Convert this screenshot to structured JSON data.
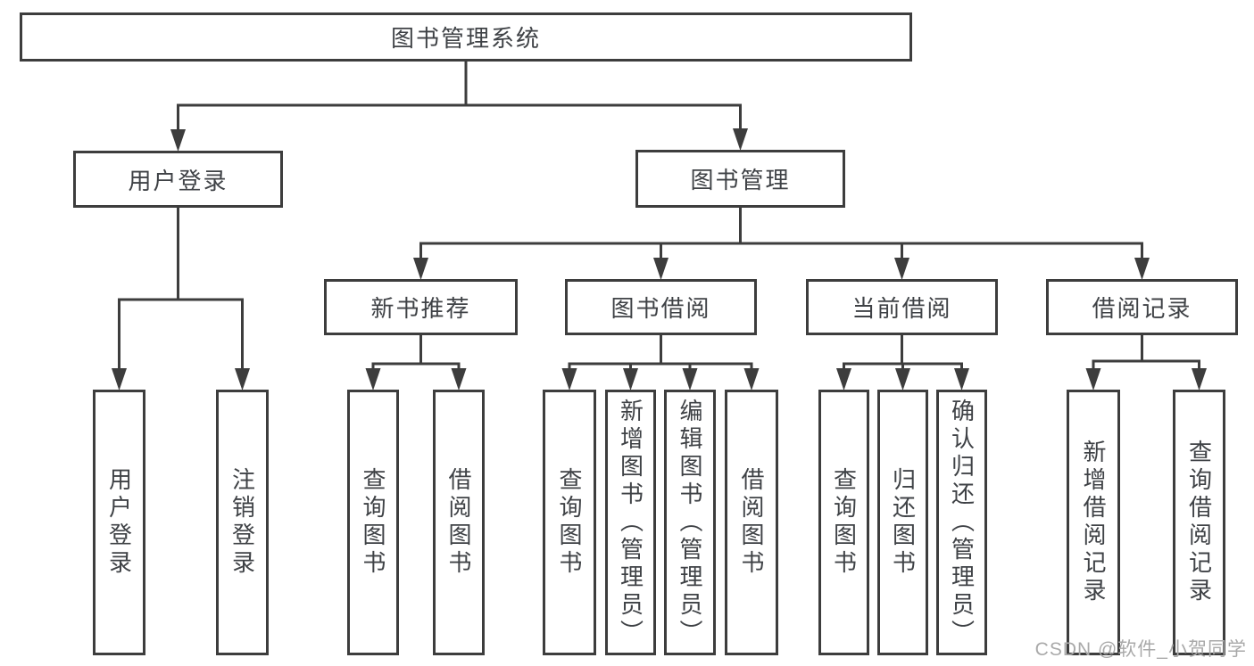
{
  "colors": {
    "line": "#3d3d3d",
    "box_border": "#3d3d3d",
    "text": "#3f4246",
    "watermark": "#a9a9a9",
    "background": "#ffffff"
  },
  "watermark": {
    "text": "CSDN @软件_小贺同学"
  },
  "diagram": {
    "type": "hierarchy-tree",
    "root": {
      "label": "图书管理系统",
      "children": [
        {
          "label": "用户登录",
          "children": [
            {
              "label": "用户登录"
            },
            {
              "label": "注销登录"
            }
          ]
        },
        {
          "label": "图书管理",
          "children": [
            {
              "label": "新书推荐",
              "children": [
                {
                  "label": "查询图书"
                },
                {
                  "label": "借阅图书"
                }
              ]
            },
            {
              "label": "图书借阅",
              "children": [
                {
                  "label": "查询图书"
                },
                {
                  "label": "新增图书（管理员）"
                },
                {
                  "label": "编辑图书（管理员）"
                },
                {
                  "label": "借阅图书"
                }
              ]
            },
            {
              "label": "当前借阅",
              "children": [
                {
                  "label": "查询图书"
                },
                {
                  "label": "归还图书"
                },
                {
                  "label": "确认归还（管理员）"
                }
              ]
            },
            {
              "label": "借阅记录",
              "children": [
                {
                  "label": "新增借阅记录"
                },
                {
                  "label": "查询借阅记录"
                }
              ]
            }
          ]
        }
      ]
    }
  }
}
